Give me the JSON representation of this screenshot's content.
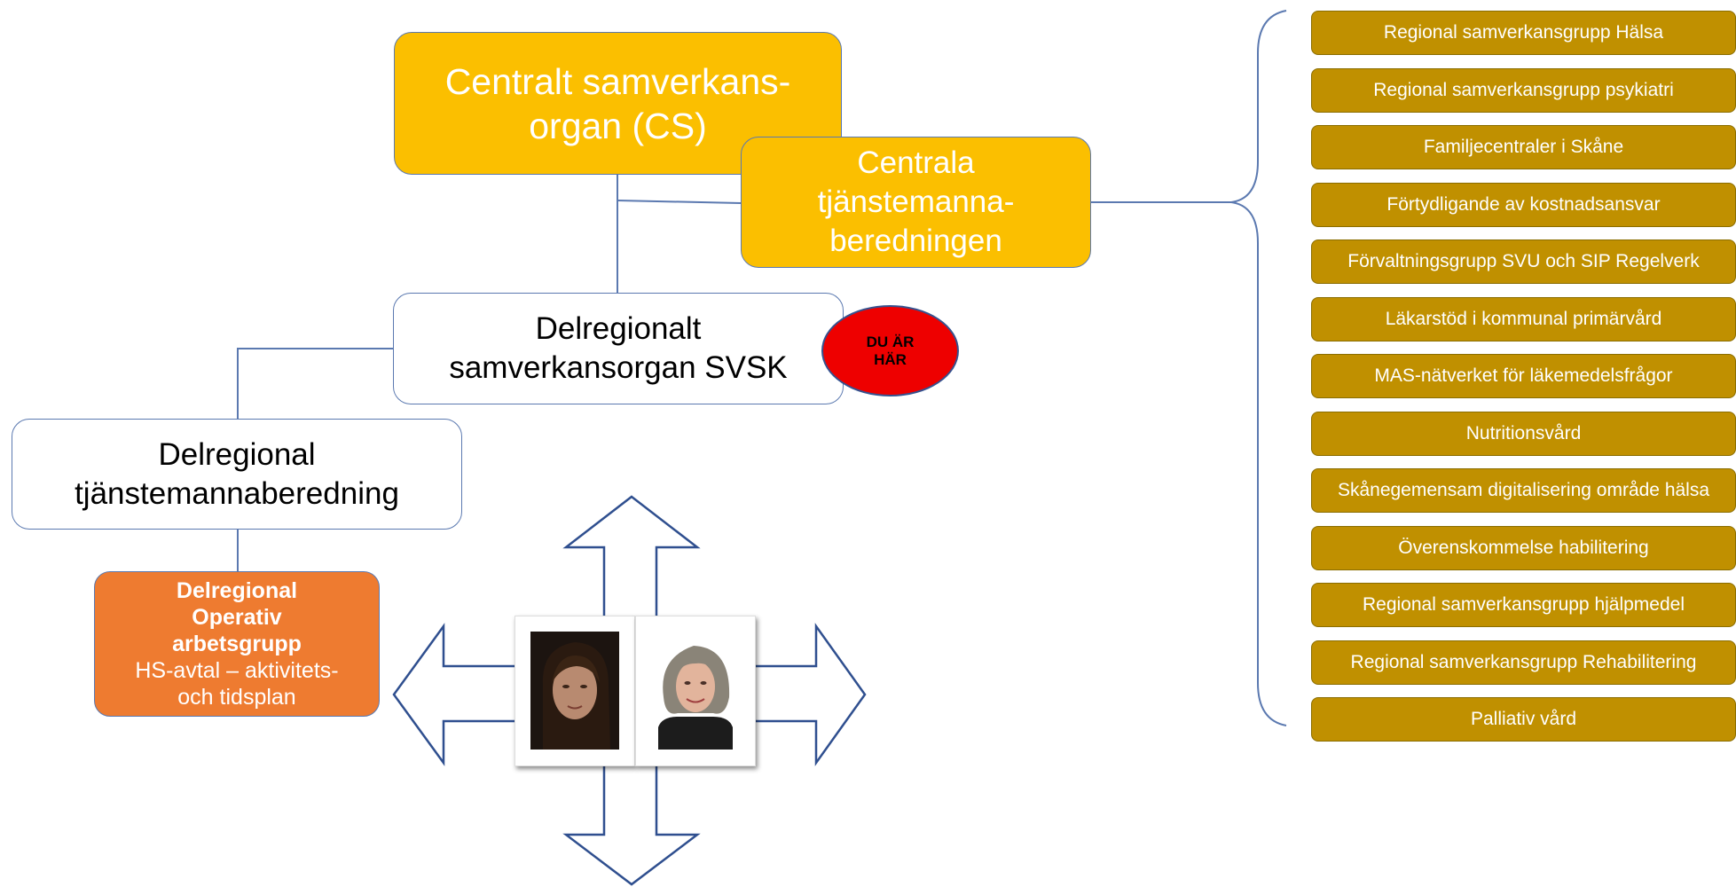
{
  "boxes": {
    "central_organ": [
      "Centralt samverkans-",
      "organ (CS)"
    ],
    "central_officials": [
      "Centrala",
      "tjänstemanna-",
      "beredningen"
    ],
    "subregional_organ": [
      "Delregionalt",
      "samverkansorgan SVSK"
    ],
    "subregional_officials": [
      "Delregional",
      "tjänstemannaberedning"
    ],
    "operative_group": {
      "bold": [
        "Delregional",
        "Operativ",
        "arbetsgrupp"
      ],
      "normal": [
        "HS-avtal – aktivitets-",
        "och tidsplan"
      ]
    }
  },
  "badge": [
    "DU ÄR",
    "HÄR"
  ],
  "groups": [
    "Regional samverkansgrupp Hälsa",
    "Regional samverkansgrupp psykiatri",
    "Familjecentraler i Skåne",
    "Förtydligande av kostnadsansvar",
    "Förvaltningsgrupp SVU och SIP Regelverk",
    "Läkarstöd i kommunal primärvård",
    "MAS-nätverket för läkemedelsfrågor",
    "Nutritionsvård",
    "Skånegemensam digitalisering område hälsa",
    "Överenskommelse habilitering",
    "Regional samverkansgrupp hjälpmedel",
    "Regional samverkansgrupp Rehabilitering",
    "Palliativ vård"
  ],
  "colors": {
    "gold": "#fbbf00",
    "group_gold": "#c09000",
    "orange": "#ee7b30",
    "badge_red": "#ee0000",
    "line_blue": "#5b79b0",
    "arrow_blue": "#2f4f8f"
  }
}
